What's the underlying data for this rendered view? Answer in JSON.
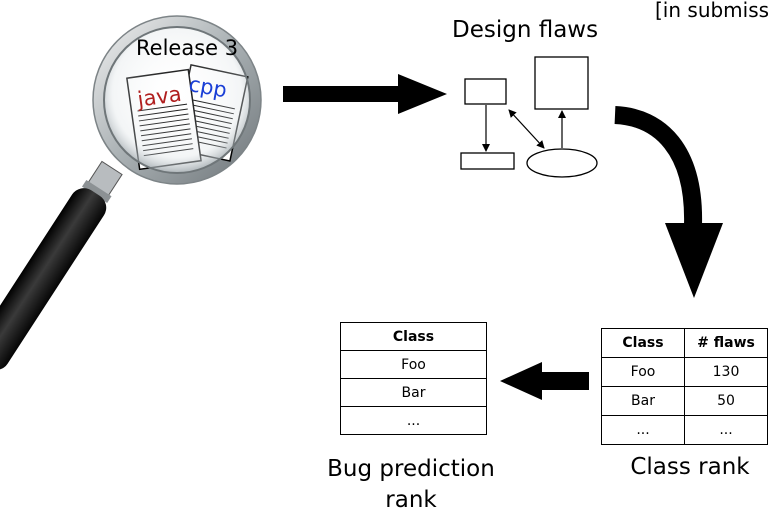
{
  "annotation": "[in submiss",
  "release": {
    "title": "Release 3",
    "badges": [
      "java",
      "cpp"
    ]
  },
  "design_flaws": {
    "title": "Design flaws"
  },
  "prediction_table": {
    "header": "Class",
    "rows": [
      "Foo",
      "Bar",
      "..."
    ],
    "caption": "Bug prediction rank"
  },
  "class_rank_table": {
    "headers": [
      "Class",
      "# flaws"
    ],
    "rows": [
      [
        "Foo",
        "130"
      ],
      [
        "Bar",
        "50"
      ],
      [
        "...",
        "..."
      ]
    ],
    "caption": "Class rank"
  },
  "colors": {
    "java": "#b01e1e",
    "cpp": "#1a3fd6",
    "arrow": "#000000"
  }
}
